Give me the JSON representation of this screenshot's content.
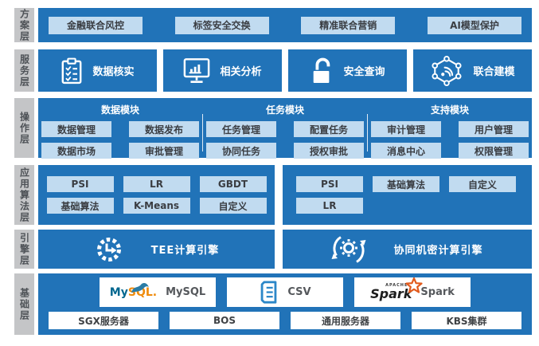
{
  "colors": {
    "primary_blue": "#2173b8",
    "chip_blue": "#c1dbf0",
    "label_gray_bg": "#c4c5c7",
    "label_gray_text": "#4e5257",
    "mysql_blue": "#00678f",
    "mysql_orange": "#ef8b0c",
    "spark_orange": "#e25a1c",
    "csv_blue": "#2b87c8"
  },
  "solution_layer": {
    "label": "方案层",
    "items": [
      "金融联合风控",
      "标签安全交换",
      "精准联合营销",
      "AI模型保护"
    ]
  },
  "service_layer": {
    "label": "服务层",
    "items": [
      {
        "icon": "clipboard-checklist-icon",
        "label": "数据核实"
      },
      {
        "icon": "monitor-chart-icon",
        "label": "相关分析"
      },
      {
        "icon": "lock-open-icon",
        "label": "安全查询"
      },
      {
        "icon": "hexagon-network-icon",
        "label": "联合建模"
      }
    ]
  },
  "operation_layer": {
    "label": "操作层",
    "groups": [
      {
        "title": "数据模块",
        "items": [
          "数据管理",
          "数据发布",
          "数据市场",
          "审批管理"
        ]
      },
      {
        "title": "任务模块",
        "items": [
          "任务管理",
          "配置任务",
          "协同任务",
          "授权审批"
        ]
      },
      {
        "title": "支持模块",
        "items": [
          "审计管理",
          "用户管理",
          "消息中心",
          "权限管理"
        ]
      }
    ]
  },
  "algorithm_layer": {
    "label": "应用算法层",
    "left_panel": {
      "items": [
        "PSI",
        "LR",
        "GBDT",
        "基础算法",
        "K-Means",
        "自定义"
      ]
    },
    "right_panel": {
      "row1": [
        "PSI",
        "基础算法",
        "自定义"
      ],
      "row2": [
        "LR"
      ]
    }
  },
  "engine_layer": {
    "label": "引擎层",
    "items": [
      {
        "icon": "cpu-chip-icon",
        "label": "TEE计算引擎"
      },
      {
        "icon": "gear-sync-icon",
        "label": "协同机密计算引擎"
      }
    ]
  },
  "base_layer": {
    "label": "基础层",
    "data_sources": [
      {
        "icon": "mysql-logo",
        "label": "MySQL"
      },
      {
        "icon": "csv-file-icon",
        "label": "CSV"
      },
      {
        "icon": "spark-logo",
        "label": "Spark"
      }
    ],
    "mysql_logo": {
      "my": "My",
      "sql": "SQL."
    },
    "spark_logo": {
      "apache": "APACHE",
      "word": "Spark"
    },
    "infrastructure": [
      "SGX服务器",
      "BOS",
      "通用服务器",
      "KBS集群"
    ]
  }
}
